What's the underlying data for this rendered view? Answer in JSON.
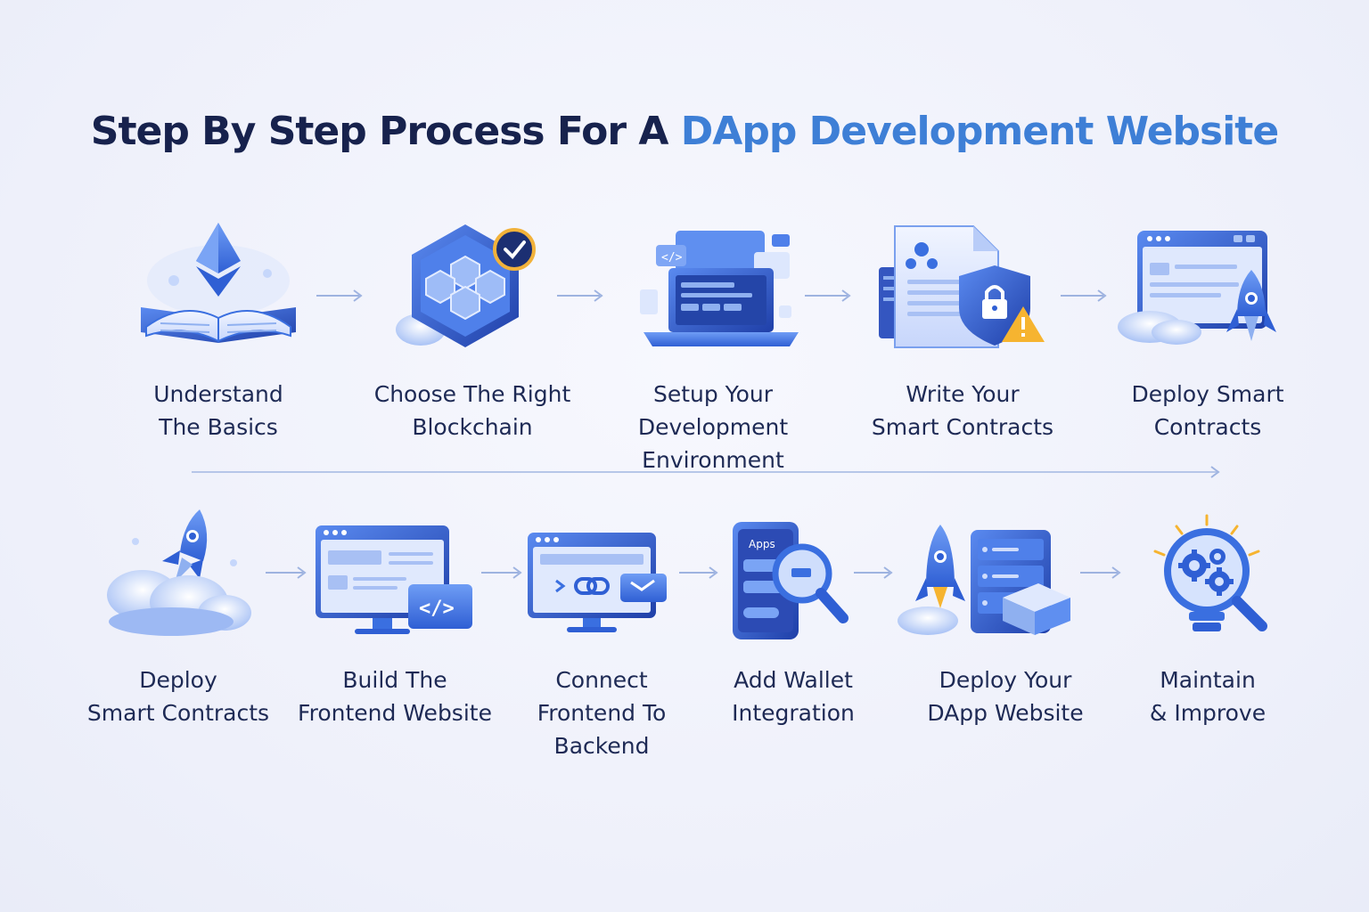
{
  "title": {
    "main": "Step By Step Process For A ",
    "accent": "DApp Development Website"
  },
  "colors": {
    "accent": "#3e7fd6",
    "dark": "#17224d",
    "icon_primary": "#3a6fe0",
    "icon_light": "#cfdcfb"
  },
  "steps": [
    {
      "line1": "Understand",
      "line2": "The Basics",
      "line3": "",
      "icon": "open-book-ethereum-icon"
    },
    {
      "line1": "Choose The Right",
      "line2": "Blockchain",
      "line3": "",
      "icon": "blockchain-hexagon-icon"
    },
    {
      "line1": "Setup Your",
      "line2": "Development",
      "line3": "Environment",
      "icon": "laptop-code-icon"
    },
    {
      "line1": "Write Your",
      "line2": "Smart Contracts",
      "line3": "",
      "icon": "contract-shield-icon"
    },
    {
      "line1": "Deploy Smart",
      "line2": "Contracts",
      "line3": "",
      "icon": "browser-rocket-icon"
    },
    {
      "line1": "Deploy",
      "line2": "Smart Contracts",
      "line3": "",
      "icon": "rocket-cloud-icon"
    },
    {
      "line1": "Build The",
      "line2": "Frontend Website",
      "line3": "",
      "icon": "monitor-code-icon"
    },
    {
      "line1": "Connect",
      "line2": "Frontend To",
      "line3": "Backend",
      "icon": "monitor-link-icon"
    },
    {
      "line1": "Add Wallet",
      "line2": "Integration",
      "line3": "",
      "icon": "phone-magnifier-icon"
    },
    {
      "line1": "Deploy Your",
      "line2": "DApp Website",
      "line3": "",
      "icon": "server-rocket-icon"
    },
    {
      "line1": "Maintain",
      "line2": "& Improve",
      "line3": "",
      "icon": "gear-magnifier-icon"
    }
  ],
  "icon_texts": {
    "phone_apps": "Apps"
  }
}
